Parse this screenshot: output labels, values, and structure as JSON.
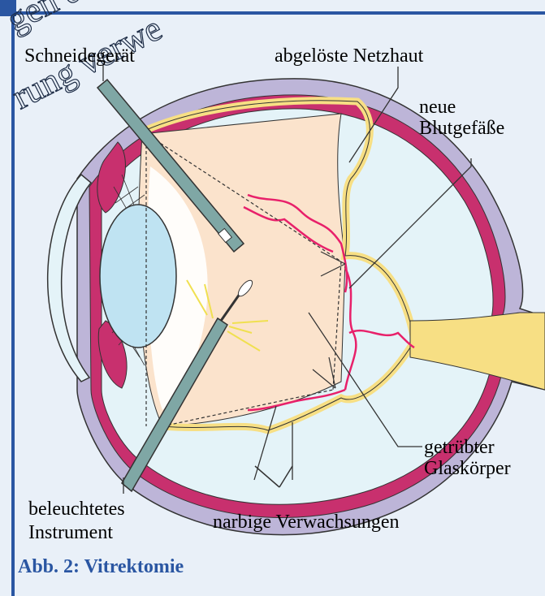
{
  "labels": {
    "cutter": "Schneidegerät",
    "detached_retina": "abgelöste Netzhaut",
    "new_vessels_1": "neue",
    "new_vessels_2": "Blutgefäße",
    "clouded_vitreous_1": "getrübter",
    "clouded_vitreous_2": "Glaskörper",
    "illuminated_1": "beleuchtetes",
    "illuminated_2": "Instrument",
    "adhesions": "narbige Verwachsungen"
  },
  "caption": "Abb. 2: Vitrektomie",
  "watermark": {
    "line1": "gen d",
    "line2": "rung verwe"
  },
  "colors": {
    "frame_blue": "#2a56a2",
    "background": "#e9f0f8",
    "sclera": "#bdb5d8",
    "choroid": "#c8306e",
    "retina": "#f7df84",
    "vitreous": "#fbe3cc",
    "lens": "#bfe3f2",
    "vessels": "#e8206a",
    "instrument": "#7fa7a5"
  }
}
